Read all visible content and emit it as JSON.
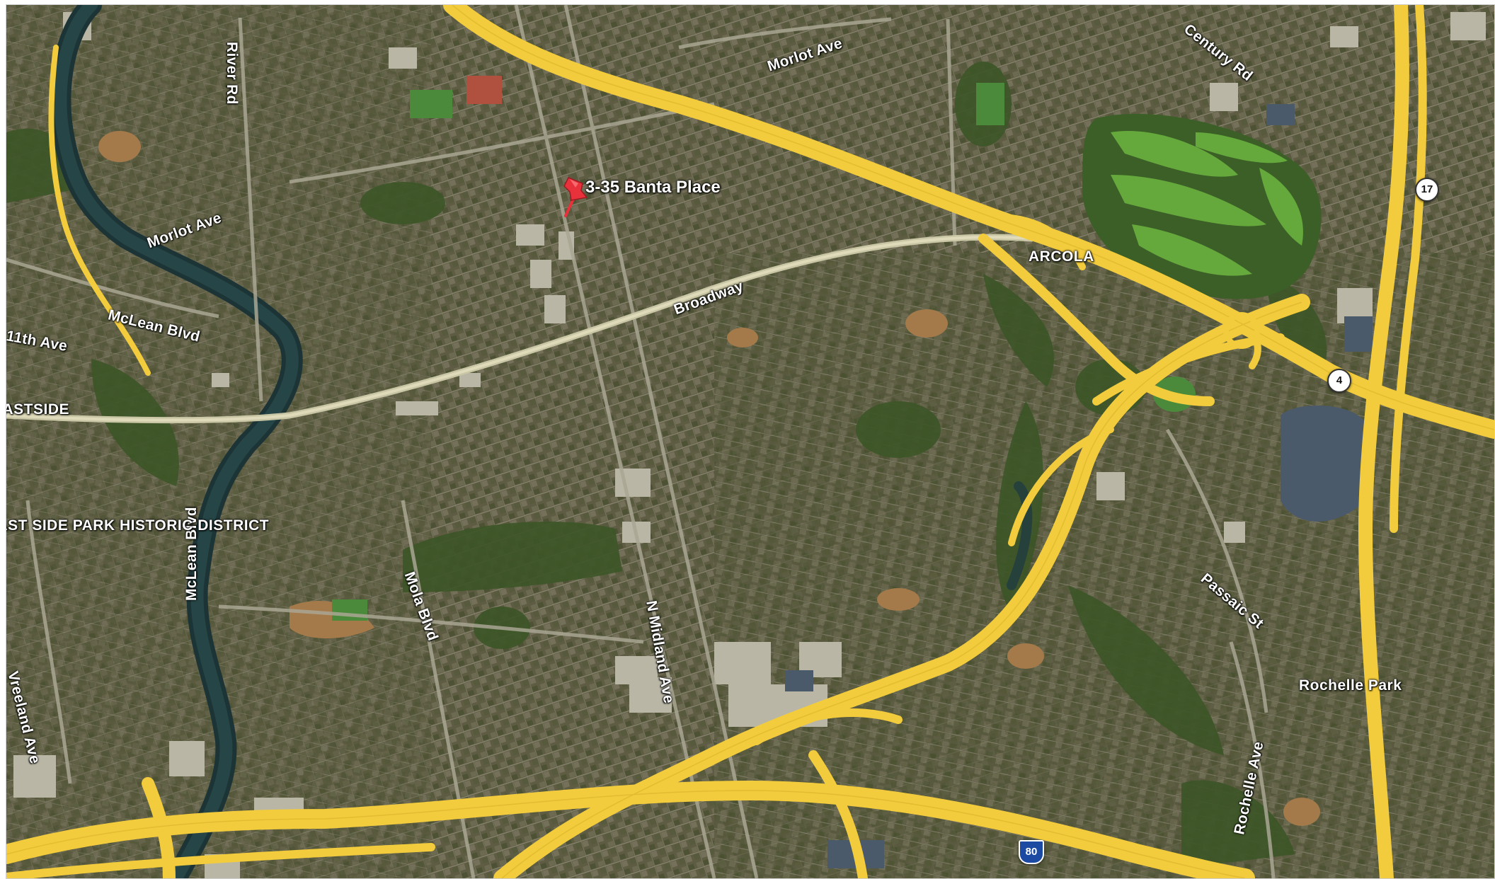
{
  "map": {
    "view": "satellite",
    "road_color": "#f2cc3c",
    "river_color": "#1f3a3c",
    "vegetation_color": "#3f5a2a",
    "golf_color": "#5fa83c"
  },
  "pin": {
    "label": "3-35 Banta Place",
    "icon": "pushpin-icon",
    "color": "#e8313a"
  },
  "street_labels": [
    {
      "id": "river-rd",
      "text": "River Rd"
    },
    {
      "id": "morlot-ave-west",
      "text": "Morlot Ave"
    },
    {
      "id": "morlot-ave-north",
      "text": "Morlot Ave"
    },
    {
      "id": "century-rd",
      "text": "Century Rd"
    },
    {
      "id": "mclean-blvd-north",
      "text": "McLean Blvd"
    },
    {
      "id": "11th-ave",
      "text": "11th Ave"
    },
    {
      "id": "broadway",
      "text": "Broadway"
    },
    {
      "id": "mola-blvd",
      "text": "Mola Blvd"
    },
    {
      "id": "n-midland-ave",
      "text": "N Midland Ave"
    },
    {
      "id": "mclean-blvd-south",
      "text": "McLean Blvd"
    },
    {
      "id": "vreeland-ave",
      "text": "Vreeland Ave"
    },
    {
      "id": "passaic-st",
      "text": "Passaic St"
    },
    {
      "id": "rochelle-ave",
      "text": "Rochelle Ave"
    }
  ],
  "place_labels": [
    {
      "id": "arcola",
      "text": "ARCOLA"
    },
    {
      "id": "eastside",
      "text": "EASTSIDE"
    },
    {
      "id": "east-side-park",
      "text": "EAST SIDE PARK HISTORIC DISTRICT"
    },
    {
      "id": "rochelle-park",
      "text": "Rochelle Park"
    }
  ],
  "shields": [
    {
      "id": "route-17",
      "text": "17",
      "type": "state"
    },
    {
      "id": "route-4",
      "text": "4",
      "type": "state"
    },
    {
      "id": "interstate-80",
      "text": "80",
      "type": "interstate"
    }
  ]
}
